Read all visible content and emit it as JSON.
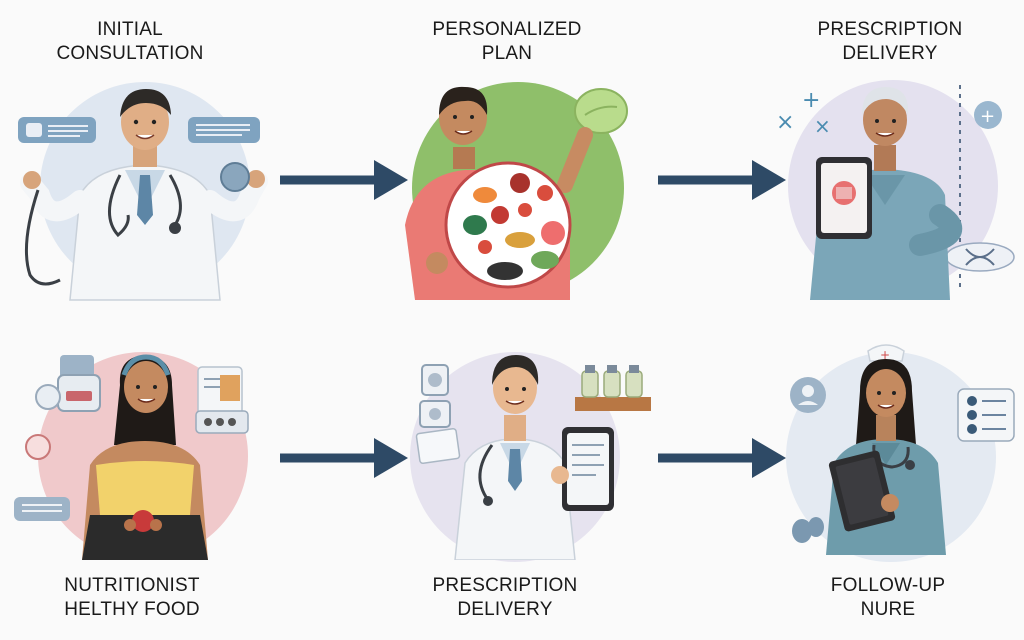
{
  "steps": [
    {
      "title": "INITIAL\nCONSULTATION"
    },
    {
      "title": "PERSONALIZED\nPLAN"
    },
    {
      "title": "PRESCRIPTION\nDELIVERY"
    },
    {
      "title": "NUTRITIONIST\nHELTHY FOOD"
    },
    {
      "title": "PRESCRIPTION\nDELIVERY"
    },
    {
      "title": "FOLLOW-UP\nNURE"
    }
  ],
  "colors": {
    "arrow": "#2e4a66",
    "circle_blue": "#dfe7f1",
    "circle_green": "#8fbf6a",
    "circle_lavender": "#e4e1ef",
    "circle_pink": "#f0c9cb",
    "circle_lavender2": "#e6e3ef",
    "circle_lightblue": "#e4eaf2"
  }
}
